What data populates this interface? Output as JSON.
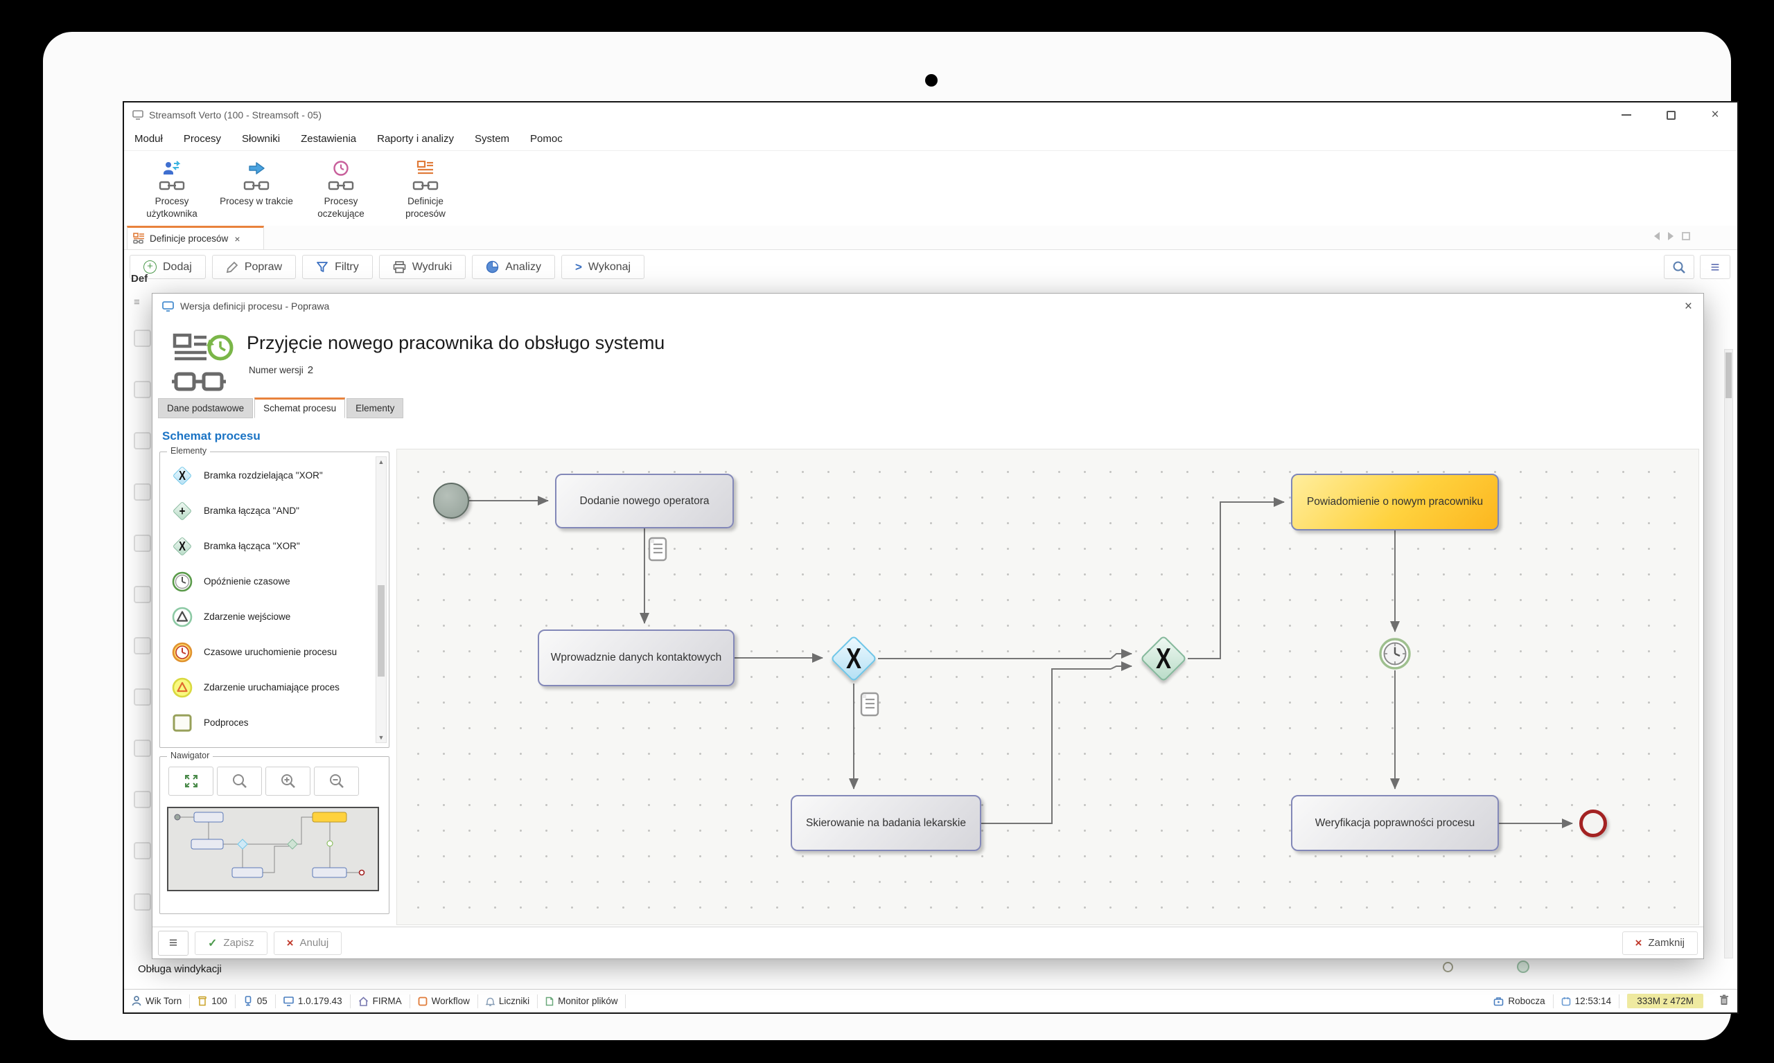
{
  "window": {
    "title": "Streamsoft Verto (100 - Streamsoft - 05)",
    "controls": {
      "close": "×"
    },
    "menu": [
      "Moduł",
      "Procesy",
      "Słowniki",
      "Zestawienia",
      "Raporty i analizy",
      "System",
      "Pomoc"
    ],
    "ribbon": [
      {
        "icon": "user-process-icon",
        "label": "Procesy użytkownika"
      },
      {
        "icon": "process-running-icon",
        "label": "Procesy w trakcie"
      },
      {
        "icon": "process-waiting-icon",
        "label": "Procesy oczekujące"
      },
      {
        "icon": "process-definitions-icon",
        "label": "Definicje procesów"
      }
    ],
    "tab": {
      "icon": "process-definitions-icon",
      "label": "Definicje procesów",
      "close": "×"
    },
    "actions": [
      {
        "icon": "add-icon",
        "label": "Dodaj"
      },
      {
        "icon": "edit-icon",
        "label": "Popraw"
      },
      {
        "icon": "filter-icon",
        "label": "Filtry"
      },
      {
        "icon": "print-icon",
        "label": "Wydruki"
      },
      {
        "icon": "analytics-icon",
        "label": "Analizy"
      },
      {
        "icon": "run-icon",
        "label": "Wykonaj"
      }
    ],
    "background": {
      "clipped_title": "Def",
      "menu_glyph": "≡",
      "row_label": "Obługa windykacji"
    },
    "statusbar": {
      "left": [
        {
          "icon": "user-icon",
          "label": "Wik Torn"
        },
        {
          "icon": "scroll-icon",
          "label": "100"
        },
        {
          "icon": "screen-icon",
          "label": "05"
        },
        {
          "icon": "monitor-icon",
          "label": "1.0.179.43"
        },
        {
          "icon": "home-icon",
          "label": "FIRMA"
        },
        {
          "icon": "workflow-icon",
          "label": "Workflow"
        },
        {
          "icon": "bell-icon",
          "label": "Liczniki"
        },
        {
          "icon": "file-icon",
          "label": "Monitor plików"
        }
      ],
      "right": [
        {
          "icon": "briefcase-icon",
          "label": "Robocza"
        },
        {
          "icon": "calendar-clock-icon",
          "label": "12:53:14"
        },
        {
          "icon": "",
          "label": "333M z 472M",
          "highlight": true
        }
      ]
    }
  },
  "dialog": {
    "title": "Wersja definicji procesu - Poprawa",
    "close": "×",
    "heading": "Przyjęcie nowego pracownika do obsługo systemu",
    "version_label": "Numer wersji",
    "version_value": "2",
    "tabs": [
      {
        "label": "Dane podstawowe",
        "active": false
      },
      {
        "label": "Schemat procesu",
        "active": true
      },
      {
        "label": "Elementy",
        "active": false
      }
    ],
    "section_title": "Schemat procesu",
    "elements_legend": "Elementy",
    "elements": [
      {
        "icon": "xor-split-gateway-icon",
        "label": "Bramka rozdzielająca \"XOR\"",
        "glyph": "X"
      },
      {
        "icon": "and-join-gateway-icon",
        "label": "Bramka łącząca \"AND\"",
        "glyph": "+"
      },
      {
        "icon": "xor-join-gateway-icon",
        "label": "Bramka łącząca \"XOR\"",
        "glyph": "X"
      },
      {
        "icon": "time-delay-icon",
        "label": "Opóźnienie czasowe"
      },
      {
        "icon": "input-event-icon",
        "label": "Zdarzenie wejściowe"
      },
      {
        "icon": "timer-start-icon",
        "label": "Czasowe uruchomienie procesu"
      },
      {
        "icon": "start-event-icon",
        "label": "Zdarzenie uruchamiające proces"
      },
      {
        "icon": "subprocess-icon",
        "label": "Podproces"
      }
    ],
    "navigator_legend": "Nawigator",
    "navigator_icons": [
      "fit-view-icon",
      "search-icon",
      "zoom-in-icon",
      "zoom-out-icon"
    ],
    "footer": {
      "save": "Zapisz",
      "cancel": "Anuluj",
      "close_btn": "Zamknij"
    }
  },
  "diagram": {
    "nodes": {
      "t1": "Dodanie nowego operatora",
      "t2": "Wprowadznie danych kontaktowych",
      "t3": "Skierowanie na badania lekarskie",
      "t4": "Powiadomienie o nowym pracowniku",
      "t5": "Weryfikacja poprawności procesu"
    },
    "gateways": {
      "split": "X",
      "join": "X"
    },
    "accent_node_color": "#ffd23e",
    "tab_accent_color": "#e8823c",
    "link_color": "#1a73c4"
  }
}
